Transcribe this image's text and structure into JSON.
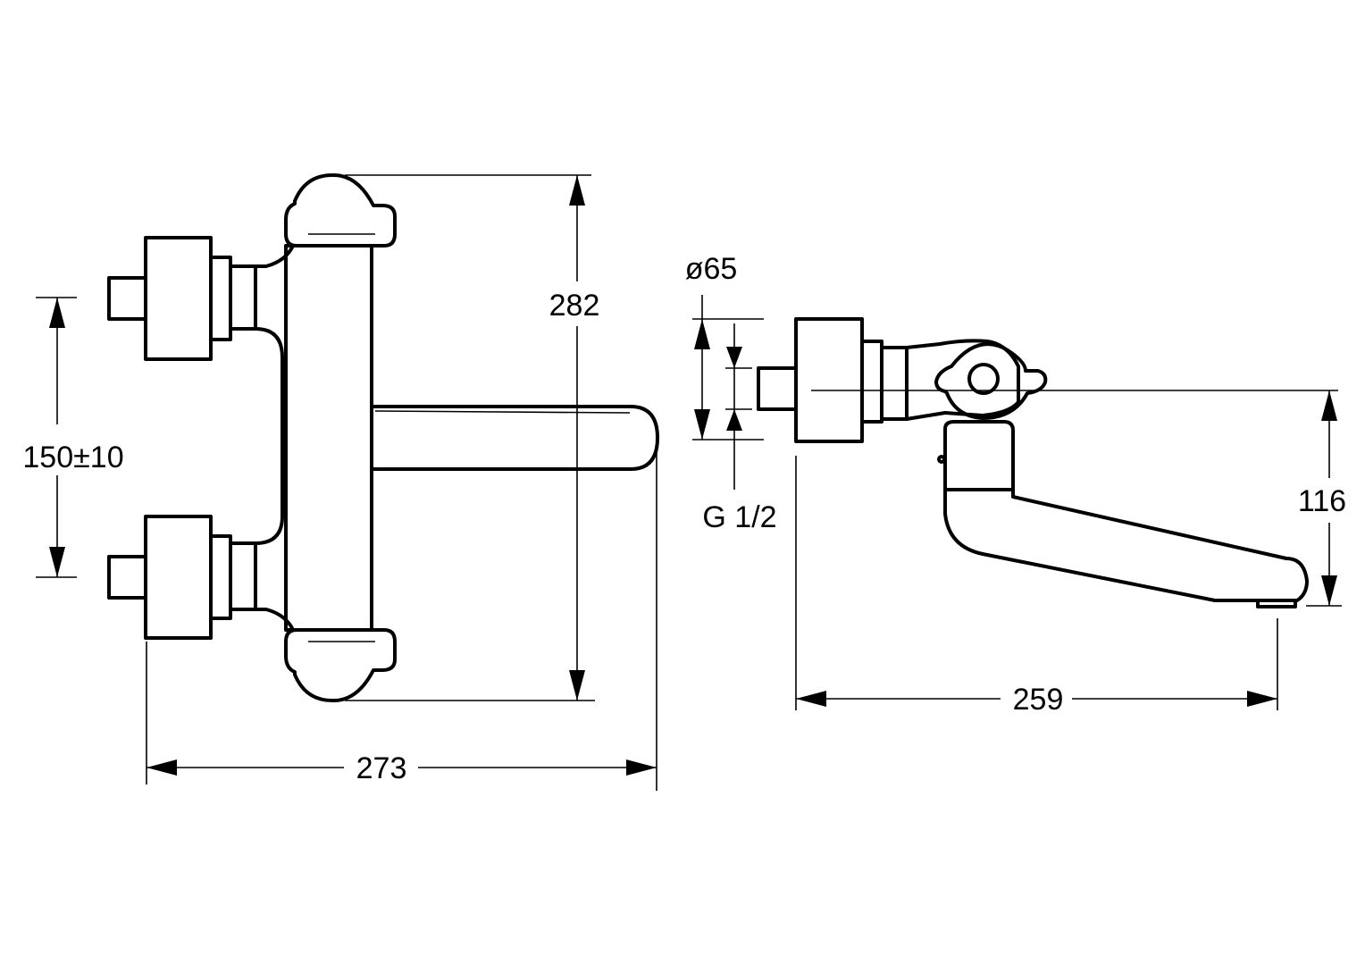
{
  "drawing": {
    "front_view": {
      "height_label": "282",
      "width_label": "273",
      "inlet_spacing_label": "150±10"
    },
    "side_view": {
      "diameter_label": "ø65",
      "thread_label": "G 1/2",
      "outlet_height_label": "116",
      "projection_label": "259"
    },
    "colors": {
      "line": "#000000",
      "background": "#ffffff"
    }
  }
}
